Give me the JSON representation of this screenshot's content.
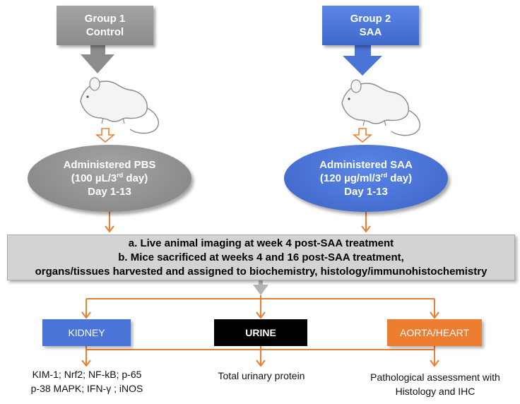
{
  "groups": [
    {
      "title": "Group 1",
      "subtitle": "Control",
      "treatment": {
        "line1": "Administered PBS",
        "line2_pre": "(100 µL/3",
        "line2_sup": "rd",
        "line2_post": " day)",
        "line3": "Day 1-13"
      }
    },
    {
      "title": "Group 2",
      "subtitle": "SAA",
      "treatment": {
        "line1": "Administered SAA",
        "line2_pre": "(120 µg/ml/3",
        "line2_sup": "rd",
        "line2_post": " day)",
        "line3": "Day 1-13"
      }
    }
  ],
  "banner": {
    "line1": "a. Live animal imaging at week 4 post-SAA treatment",
    "line2": "b. Mice sacrificed at weeks 4 and 16 post-SAA treatment,",
    "line3": "organs/tissues harvested and assigned to biochemistry,  histology/immunohistochemistry"
  },
  "organs": [
    {
      "label": "KIDNEY",
      "outcome": [
        "KIM-1; Nrf2; NF-kB; p-65",
        "p-38 MAPK; IFN-γ ; iNOS"
      ]
    },
    {
      "label": "URINE",
      "outcome": [
        "Total urinary protein"
      ]
    },
    {
      "label": "AORTA/HEART",
      "outcome": [
        "Pathological assessment with",
        "Histology and IHC"
      ]
    }
  ],
  "colors": {
    "gray": "#8c8c8c",
    "blue": "#4a74d6",
    "black": "#000000",
    "orange": "#ed7d31",
    "banner": "#d3d3d3"
  },
  "icons": [
    "mouse-illustration",
    "down-arrow-icon",
    "hollow-down-arrow-icon"
  ]
}
